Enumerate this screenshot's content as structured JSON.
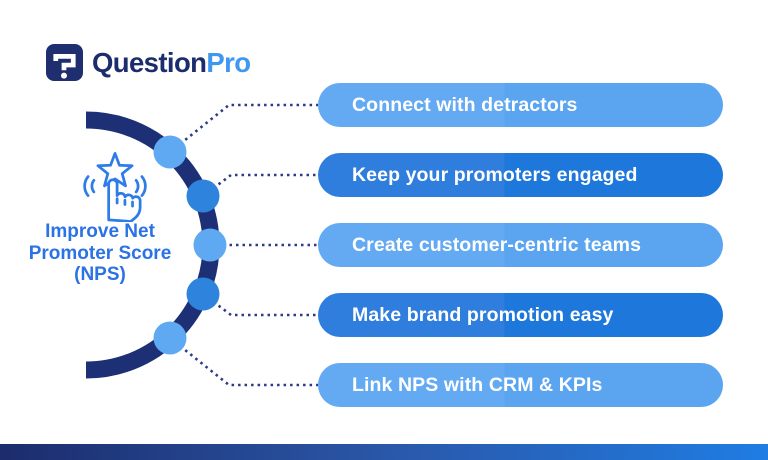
{
  "brand": {
    "name_primary": "Question",
    "name_secondary": "Pro",
    "logo_icon": "question-mark-icon"
  },
  "diagram": {
    "title": "Improve Net Promoter Score (NPS)",
    "title_lines": [
      "Improve Net",
      "Promoter Score",
      "(NPS)"
    ],
    "center_icon": "star-click-icon",
    "items": [
      {
        "label": "Connect with detractors",
        "tone": "light"
      },
      {
        "label": "Keep your promoters engaged",
        "tone": "dark"
      },
      {
        "label": "Create customer-centric teams",
        "tone": "light"
      },
      {
        "label": "Make brand promotion easy",
        "tone": "dark"
      },
      {
        "label": "Link NPS with CRM & KPIs",
        "tone": "light"
      }
    ]
  },
  "colors": {
    "light_bar": "#5ba5f0",
    "dark_bar": "#1e77db",
    "arc_navy": "#1d3076",
    "dotted_line": "#2b3b86",
    "dot_light": "#5ea9f2",
    "dot_dark": "#2e83dc",
    "accent_text": "#2b72e4",
    "icon_stroke": "#2e7ce8",
    "logo_navy": "#1c2d6e",
    "logo_blue": "#3e97f0",
    "footer_gradient_left": "#1c2c6c",
    "footer_gradient_right": "#1f7de3"
  }
}
